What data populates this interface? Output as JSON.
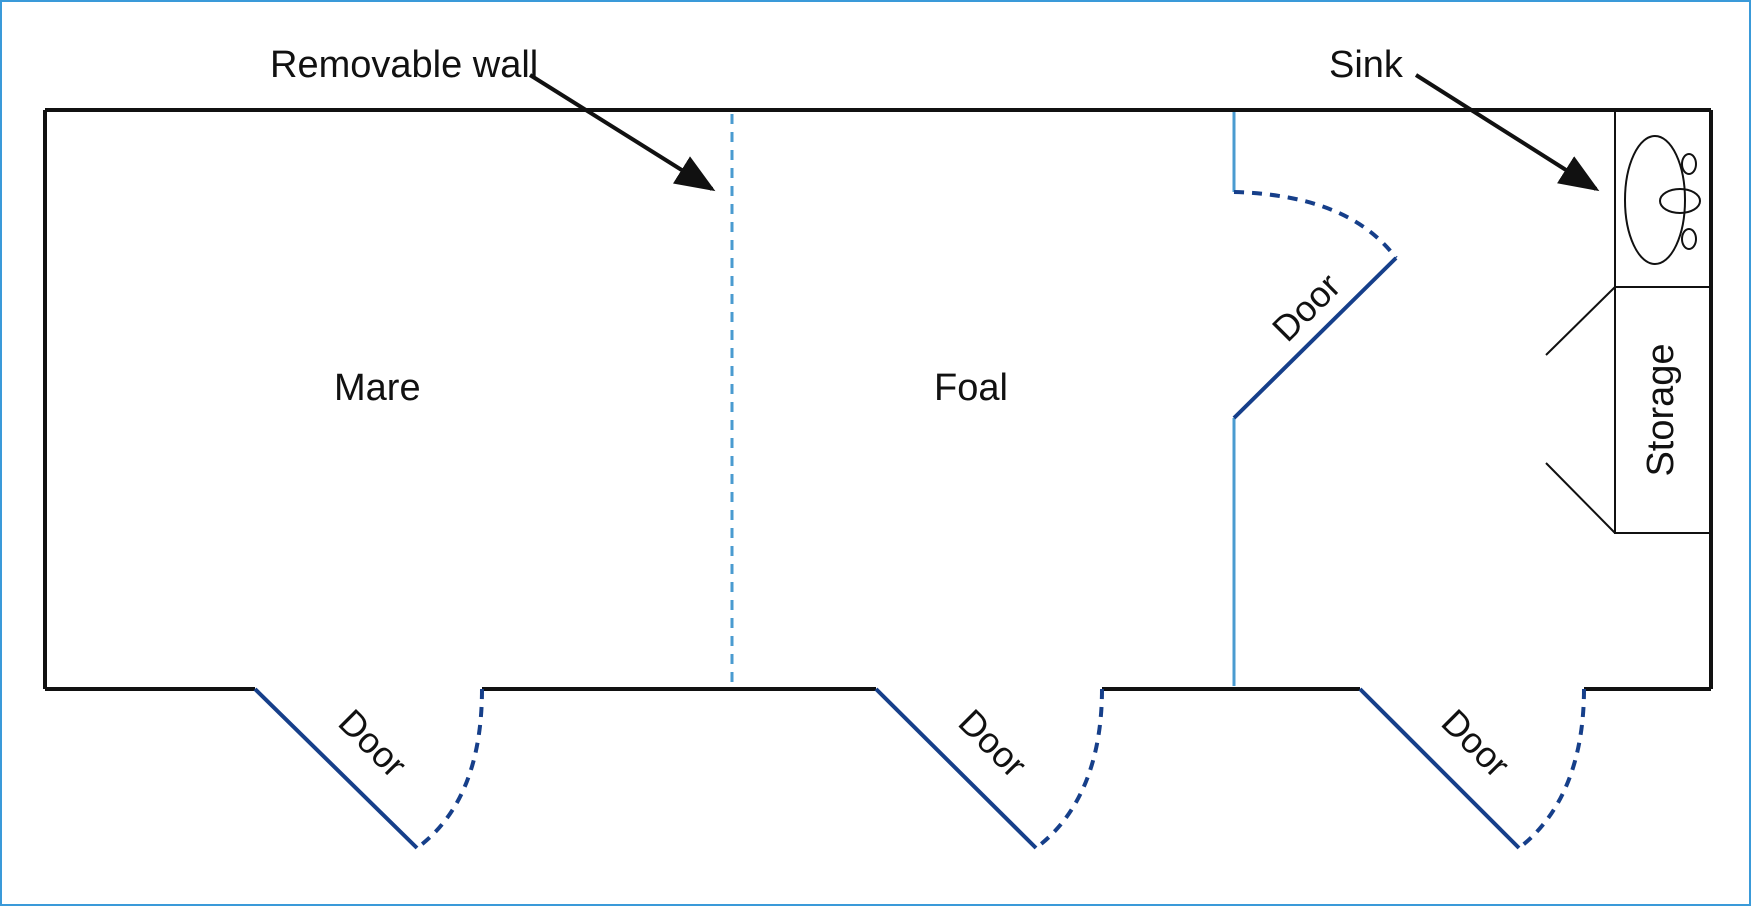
{
  "labels": {
    "removable_wall": "Removable wall",
    "sink": "Sink",
    "mare": "Mare",
    "foal": "Foal",
    "storage": "Storage",
    "door_inner": "Door",
    "door_1": "Door",
    "door_2": "Door",
    "door_3": "Door"
  },
  "colors": {
    "frame_border": "#3a9ad9",
    "wall": "#111111",
    "partition": "#4a9bd0",
    "door": "#163f8a"
  }
}
